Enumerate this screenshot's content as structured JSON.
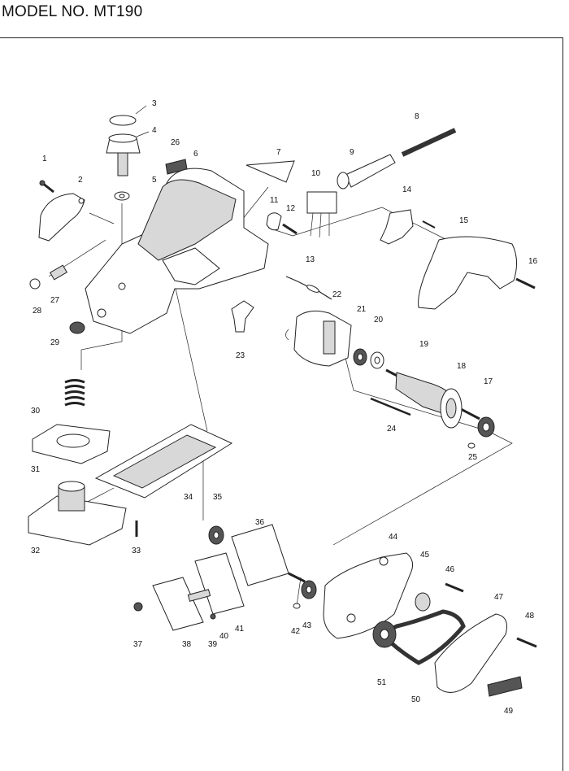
{
  "header": {
    "model_title": "MODEL NO. MT190"
  },
  "diagram": {
    "callouts": [
      "1",
      "2",
      "3",
      "4",
      "5",
      "6",
      "7",
      "8",
      "9",
      "10",
      "11",
      "12",
      "13",
      "14",
      "15",
      "16",
      "17",
      "18",
      "19",
      "20",
      "21",
      "22",
      "23",
      "24",
      "25",
      "26",
      "27",
      "28",
      "29",
      "30",
      "31",
      "32",
      "33",
      "34",
      "35",
      "36",
      "37",
      "38",
      "39",
      "40",
      "41",
      "42",
      "43",
      "44",
      "45",
      "46",
      "47",
      "48",
      "49",
      "50",
      "51"
    ]
  }
}
